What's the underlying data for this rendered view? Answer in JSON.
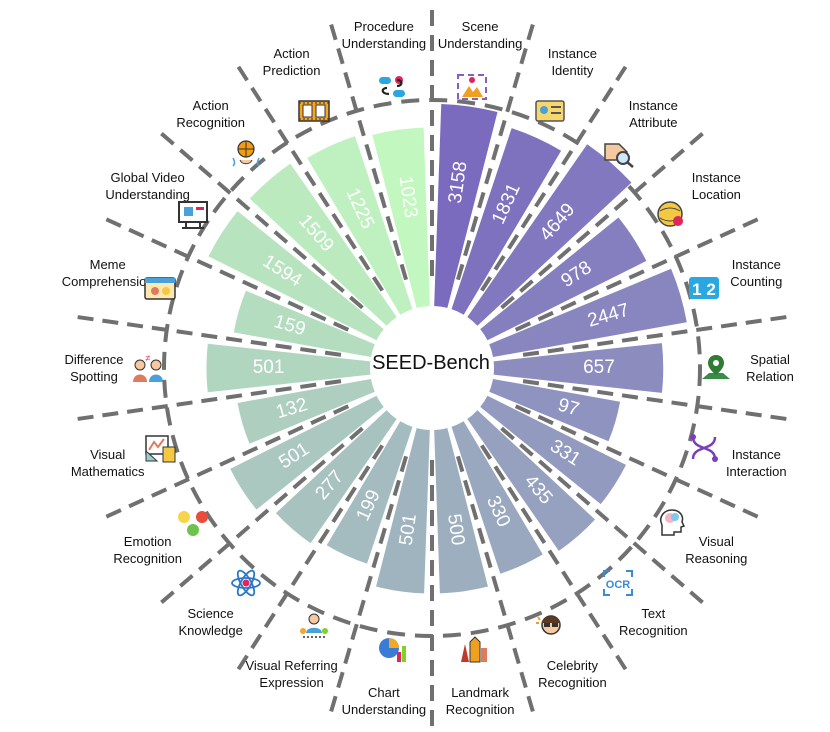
{
  "chart_data": {
    "type": "radial-bar",
    "title": "SEED-Bench",
    "colors": {
      "start": "#7b6bbf",
      "end": "#c2f7bf",
      "text": "#ffffff",
      "dash": "#707070"
    },
    "categories": [
      "Scene Understanding",
      "Instance Identity",
      "Instance Attribute",
      "Instance Location",
      "Instance Counting",
      "Spatial Relation",
      "Instance Interaction",
      "Visual Reasoning",
      "Text Recognition",
      "Celebrity Recognition",
      "Landmark Recognition",
      "Chart Understanding",
      "Visual Referring Expression",
      "Science Knowledge",
      "Emotion Recognition",
      "Visual Mathematics",
      "Difference Spotting",
      "Meme Comprehension",
      "Global Video Understanding",
      "Action Recognition",
      "Action Prediction",
      "Procedure Understanding"
    ],
    "labels": [
      [
        "Scene",
        "Understanding"
      ],
      [
        "Instance",
        "Identity"
      ],
      [
        "Instance",
        "Attribute"
      ],
      [
        "Instance",
        "Location"
      ],
      [
        "Instance",
        "Counting"
      ],
      [
        "Spatial",
        "Relation"
      ],
      [
        "Instance",
        "Interaction"
      ],
      [
        "Visual",
        "Reasoning"
      ],
      [
        "Text",
        "Recognition"
      ],
      [
        "Celebrity",
        "Recognition"
      ],
      [
        "Landmark",
        "Recognition"
      ],
      [
        "Chart",
        "Understanding"
      ],
      [
        "Visual Referring",
        "Expression"
      ],
      [
        "Science",
        "Knowledge"
      ],
      [
        "Emotion",
        "Recognition"
      ],
      [
        "Visual",
        "Mathematics"
      ],
      [
        "Difference",
        "Spotting"
      ],
      [
        "Meme",
        "Comprehension"
      ],
      [
        "Global Video",
        "Understanding"
      ],
      [
        "Action",
        "Recognition"
      ],
      [
        "Action",
        "Prediction"
      ],
      [
        "Procedure",
        "Understanding"
      ]
    ],
    "values": [
      3158,
      1831,
      4649,
      978,
      2447,
      657,
      97,
      331,
      435,
      330,
      500,
      501,
      199,
      277,
      501,
      132,
      501,
      159,
      1594,
      1509,
      1225,
      1023
    ],
    "icons": [
      "scene-icon",
      "id-card-icon",
      "tag-magnifier-icon",
      "globe-pin-icon",
      "counting-icon",
      "map-pin-icon",
      "interaction-icon",
      "brain-head-icon",
      "ocr-icon",
      "celebrity-icon",
      "landmark-icon",
      "chart-icon",
      "referring-icon",
      "atom-icon",
      "emoji-icon",
      "math-icon",
      "difference-icon",
      "meme-icon",
      "video-icon",
      "basketball-icon",
      "film-icon",
      "procedure-icon"
    ]
  }
}
